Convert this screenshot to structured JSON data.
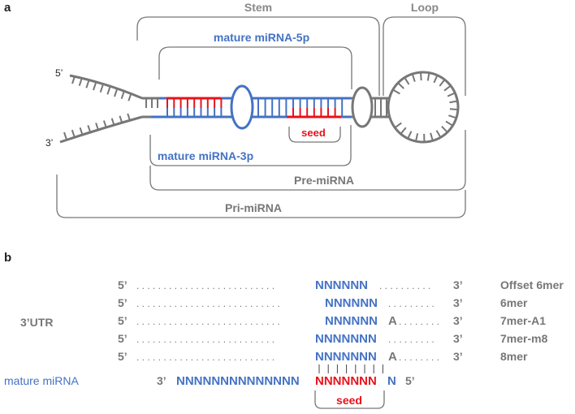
{
  "colors": {
    "gray": "#777777",
    "blue": "#4472c4",
    "red": "#e8121b",
    "dark": "#222222"
  },
  "panel_a": {
    "label": "a",
    "stem_label": "Stem",
    "loop_label": "Loop",
    "mature_5p_label": "mature miRNA-5p",
    "mature_3p_label": "mature miRNA-3p",
    "seed_label": "seed",
    "five_prime_label": "5’",
    "three_prime_label": "3’",
    "pre_mirna_label": "Pre-miRNA",
    "pri_mirna_label": "Pri-miRNA"
  },
  "panel_b": {
    "label": "b",
    "utr_label": "3’UTR",
    "mature_mirna_label": "mature miRNA",
    "seed_label": "seed",
    "rows": [
      {
        "left": "5’",
        "dots_left": ". . . . . . . . . . . . . . . . . . . . . . . . . .",
        "site": "NNNNNN",
        "suffix": "",
        "dots_right": ". . . . . . . . . .",
        "right": "3’",
        "name": "Offset 6mer"
      },
      {
        "left": "5’",
        "dots_left": ". . . . . . . . . . . . . . . . . . . . . . . . . . .",
        "site": "NNNNNN",
        "suffix": "",
        "dots_right": ". . . . . . . . .",
        "right": "3’",
        "name": "6mer"
      },
      {
        "left": "5’",
        "dots_left": ". . . . . . . . . . . . . . . . . . . . . . . . . . .",
        "site": "NNNNNN",
        "suffix": "A",
        "dots_right": ". . . . . . . .",
        "right": "3’",
        "name": "7mer-A1"
      },
      {
        "left": "5’",
        "dots_left": ". . . . . . . . . . . . . . . . . . . . . . . . . .",
        "site": "NNNNNNN",
        "suffix": "",
        "dots_right": ". . . . . . . . .",
        "right": "3’",
        "name": "7mer-m8"
      },
      {
        "left": "5’",
        "dots_left": ". . . . . . . . . . . . . . . . . . . . . . . . . .",
        "site": "NNNNNNN",
        "suffix": "A",
        "dots_right": ". . . . . . . .",
        "right": "3’",
        "name": "8mer"
      }
    ],
    "mirna_3": "3’",
    "mirna_blue": "NNNNNNNNNNNNNN",
    "mirna_seed": "NNNNNNN",
    "mirna_last": "N",
    "mirna_5": "5’"
  }
}
